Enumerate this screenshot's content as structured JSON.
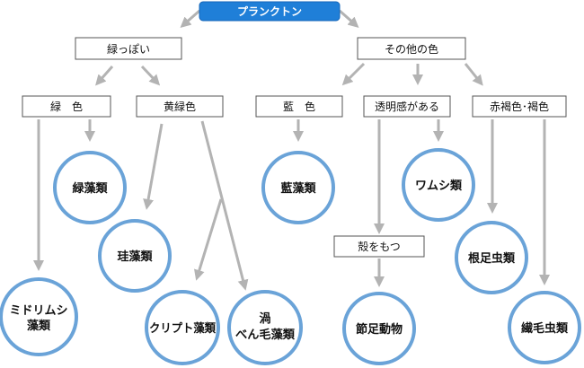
{
  "title": "プランクトン",
  "categories": {
    "green": "緑っぽい",
    "other": "その他の色"
  },
  "boxes": {
    "ryoku": "緑　色",
    "kouryoku": "黄緑色",
    "ran": "藍　色",
    "toumei": "透明感がある",
    "akakasshoku": "赤褐色･褐色",
    "kara": "殻をもつ"
  },
  "circles": {
    "ryokusou": "緑藻類",
    "kaisou": "珪藻類",
    "midorimushi_line1": "ミドリムシ",
    "midorimushi_line2": "藻類",
    "kuriputo": "クリプト藻類",
    "uzu_line1": "渦",
    "uzu_line2": "べん毛藻類",
    "ransou": "藍藻類",
    "wamushi": "ワムシ類",
    "setsusoku": "節足動物",
    "konsoku": "根足虫類",
    "senmou": "繊毛虫類"
  },
  "colors": {
    "title_fill": "#1f7fd8",
    "circle_stroke": "#6aa3d8",
    "arrow": "#b3b3b3",
    "box_border": "#555555"
  }
}
